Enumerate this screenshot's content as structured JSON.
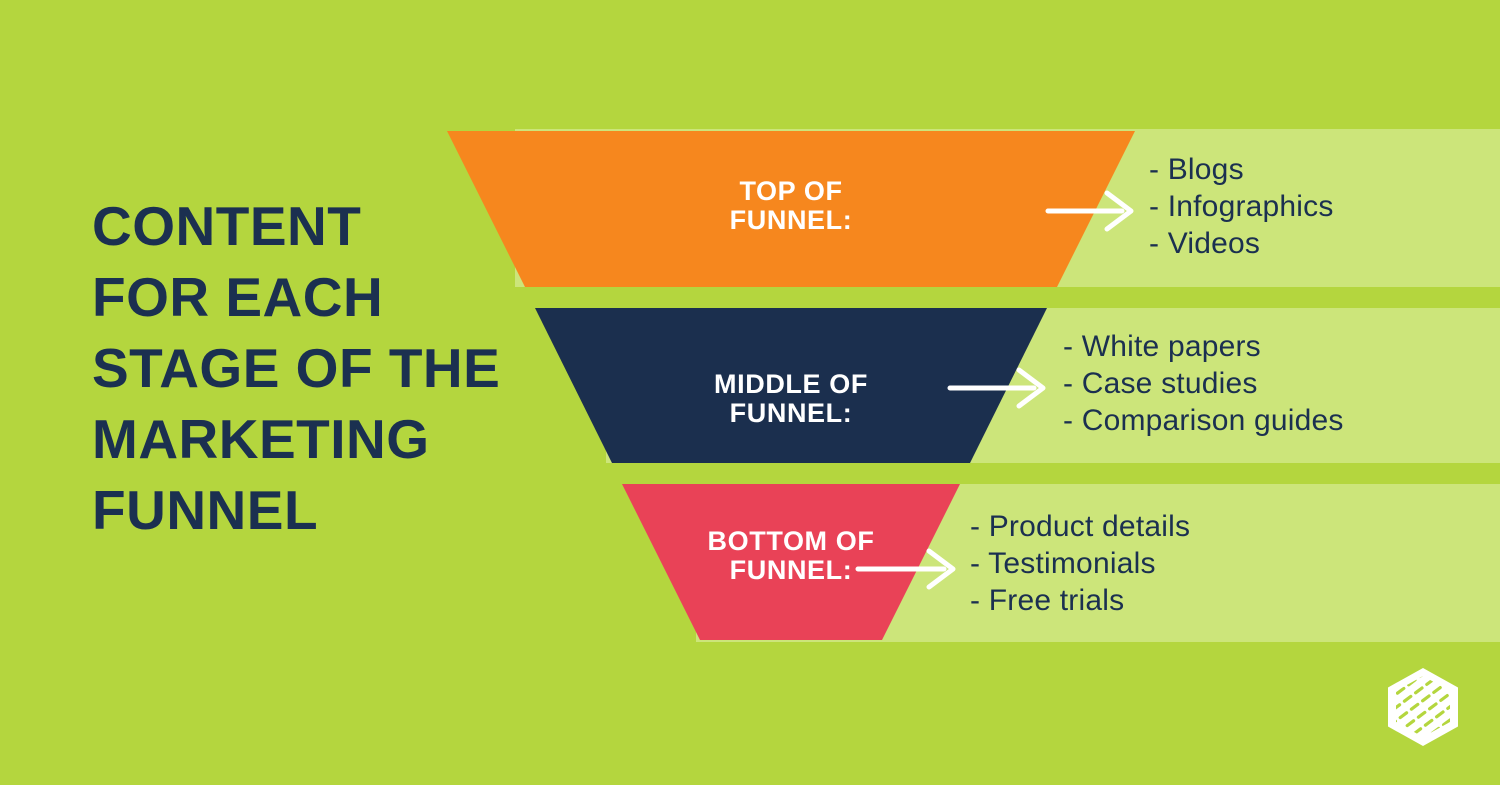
{
  "colors": {
    "background": "#b4d63e",
    "band": "#cce57a",
    "title_text": "#1b3050",
    "list_text": "#1b3050",
    "stage_label_text": "#ffffff",
    "arrow": "#ffffff",
    "logo": "#ffffff"
  },
  "title": {
    "lines": [
      "CONTENT",
      "FOR EACH",
      "STAGE OF THE",
      "MARKETING",
      "FUNNEL"
    ]
  },
  "funnel": {
    "stages": [
      {
        "name": "top-of-funnel",
        "label": [
          "TOP OF",
          "FUNNEL:"
        ],
        "color": "#f6871e",
        "items": [
          "- Blogs",
          "- Infographics",
          "- Videos"
        ]
      },
      {
        "name": "middle-of-funnel",
        "label": [
          "MIDDLE OF",
          "FUNNEL:"
        ],
        "color": "#1b2f4e",
        "items": [
          "- White papers",
          "- Case studies",
          "- Comparison guides"
        ]
      },
      {
        "name": "bottom-of-funnel",
        "label": [
          "BOTTOM OF",
          "FUNNEL:"
        ],
        "color": "#e94257",
        "items": [
          "- Product details",
          "- Testimonials",
          "- Free trials"
        ]
      }
    ]
  },
  "logo": {
    "icon": "hatched-hexagon-logo"
  }
}
